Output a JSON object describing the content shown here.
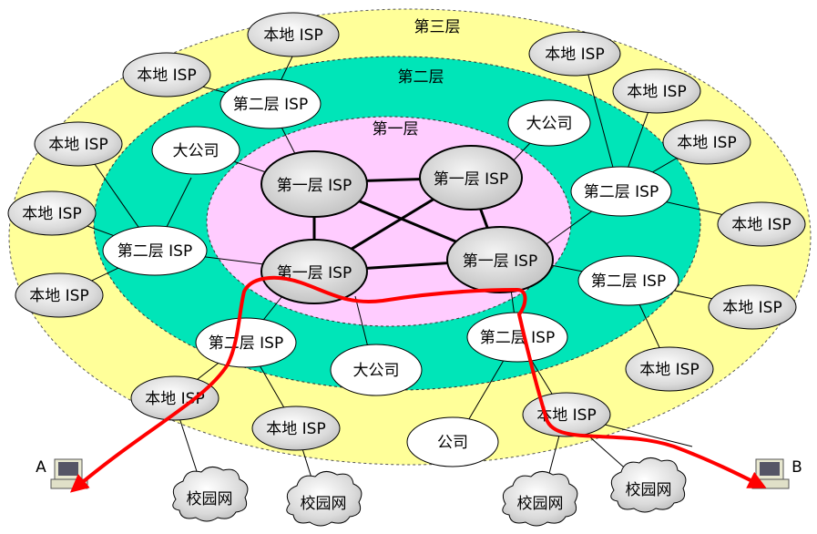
{
  "layers": {
    "tier3": "第三层",
    "tier2": "第二层",
    "tier1": "第一层"
  },
  "nodes": {
    "t1_a": "第一层 ISP",
    "t1_b": "第一层 ISP",
    "t1_c": "第一层 ISP",
    "t1_d": "第一层 ISP",
    "t2_top": "第二层 ISP",
    "t2_left": "第二层 ISP",
    "t2_right": "第二层 ISP",
    "t2_right_low": "第二层 ISP",
    "t2_bottom_left": "第二层 ISP",
    "t2_bottom_mid": "第二层 ISP",
    "corp_left": "大公司",
    "corp_right": "大公司",
    "corp_bottom": "大公司",
    "company": "公司",
    "isp_top": "本地 ISP",
    "isp_left1": "本地 ISP",
    "isp_left2": "本地 ISP",
    "isp_left3": "本地 ISP",
    "isp_left4": "本地 ISP",
    "isp_r1": "本地 ISP",
    "isp_r2": "本地 ISP",
    "isp_r3": "本地 ISP",
    "isp_r4": "本地 ISP",
    "isp_r5": "本地 ISP",
    "isp_r6": "本地 ISP",
    "isp_bl": "本地 ISP",
    "isp_bm": "本地 ISP",
    "isp_br": "本地 ISP",
    "campus1": "校园网",
    "campus2": "校园网",
    "campus3": "校园网",
    "campus4": "校园网"
  },
  "hosts": {
    "a": "A",
    "b": "B"
  },
  "colors": {
    "tier3_fill": "#FFFF99",
    "tier2_fill": "#00E5B8",
    "tier1_fill": "#FFCCFF",
    "tier1_node": "#D0D0D0",
    "node_fill": "#FFFFFF",
    "path": "#FF0000"
  }
}
